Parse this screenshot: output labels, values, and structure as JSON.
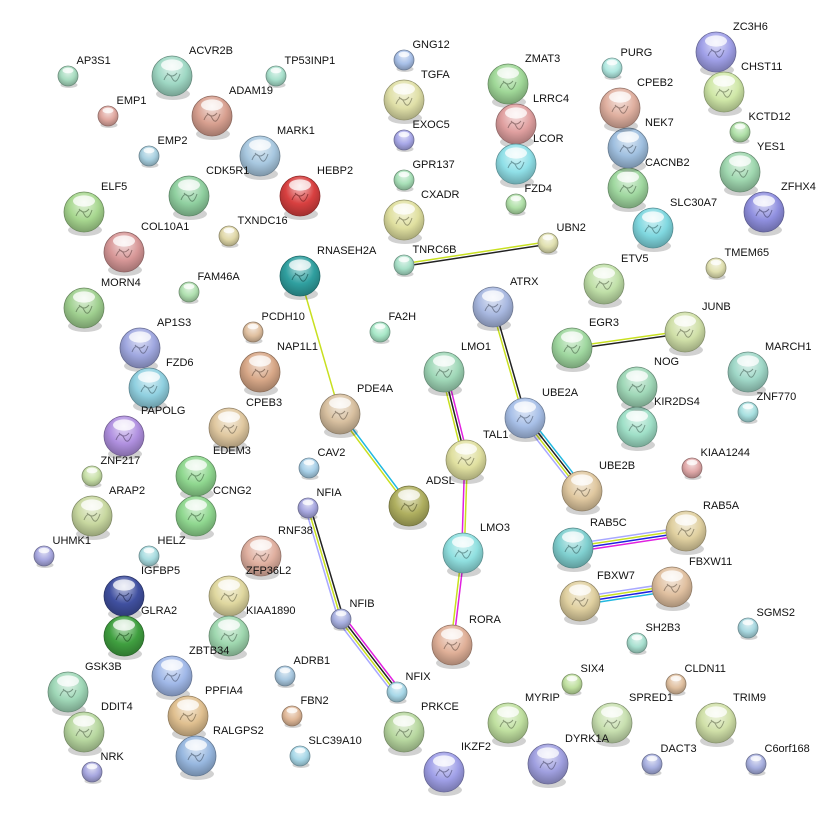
{
  "evidence_colors": {
    "textmining": "#c8e020",
    "coexpression": "#222222",
    "database": "#20b8e0",
    "experiments": "#a8a8ff",
    "neighborhood": "#2020e0",
    "cooccurrence": "#e020e0"
  },
  "nodes": [
    {
      "name": "AP3S1",
      "color": "#a8dcc0",
      "structure": false
    },
    {
      "name": "ACVR2B",
      "color": "#9fd8c4",
      "structure": true
    },
    {
      "name": "TP53INP1",
      "color": "#a8e0cc",
      "structure": false
    },
    {
      "name": "EMP1",
      "color": "#e0a8a0",
      "structure": false
    },
    {
      "name": "ADAM19",
      "color": "#d8a090",
      "structure": true
    },
    {
      "name": "EMP2",
      "color": "#a8d0e0",
      "structure": false
    },
    {
      "name": "MARK1",
      "color": "#a8c8e0",
      "structure": true
    },
    {
      "name": "CDK5R1",
      "color": "#90d0a0",
      "structure": true
    },
    {
      "name": "HEBP2",
      "color": "#d84040",
      "structure": true
    },
    {
      "name": "ELF5",
      "color": "#a8d890",
      "structure": true
    },
    {
      "name": "COL10A1",
      "color": "#d89898",
      "structure": true
    },
    {
      "name": "TXNDC16",
      "color": "#e0d8a8",
      "structure": false
    },
    {
      "name": "RNASEH2A",
      "color": "#30a0a0",
      "structure": true
    },
    {
      "name": "FAM46A",
      "color": "#b0e0b0",
      "structure": false
    },
    {
      "name": "MORN4",
      "color": "#a0d090",
      "structure": true
    },
    {
      "name": "PCDH10",
      "color": "#e0c0a0",
      "structure": false
    },
    {
      "name": "AP1S3",
      "color": "#a0a8e0",
      "structure": true
    },
    {
      "name": "NAP1L1",
      "color": "#d8a888",
      "structure": true
    },
    {
      "name": "FZD6",
      "color": "#90d0e0",
      "structure": true
    },
    {
      "name": "PDE4A",
      "color": "#d8c0a0",
      "structure": true
    },
    {
      "name": "PAPOLG",
      "color": "#b090e0",
      "structure": true
    },
    {
      "name": "CPEB3",
      "color": "#e0c8a0",
      "structure": true
    },
    {
      "name": "EDEM3",
      "color": "#90d890",
      "structure": true
    },
    {
      "name": "CAV2",
      "color": "#a8d0e8",
      "structure": false
    },
    {
      "name": "ZNF217",
      "color": "#c8e0a8",
      "structure": false
    },
    {
      "name": "ARAP2",
      "color": "#c8d8a0",
      "structure": true
    },
    {
      "name": "CCNG2",
      "color": "#90d890",
      "structure": true
    },
    {
      "name": "NFIA",
      "color": "#a8a8e0",
      "structure": false
    },
    {
      "name": "ADSL",
      "color": "#b0b060",
      "structure": true
    },
    {
      "name": "UHMK1",
      "color": "#a8a8e0",
      "structure": false
    },
    {
      "name": "HELZ",
      "color": "#a8dce0",
      "structure": false
    },
    {
      "name": "RNF38",
      "color": "#e0b0a0",
      "structure": true
    },
    {
      "name": "IGFBP5",
      "color": "#4050a0",
      "structure": true
    },
    {
      "name": "ZFP36L2",
      "color": "#e0d8a0",
      "structure": true
    },
    {
      "name": "GLRA2",
      "color": "#40a040",
      "structure": true
    },
    {
      "name": "KIAA1890",
      "color": "#a0d8b0",
      "structure": true
    },
    {
      "name": "NFIB",
      "color": "#a8b0e0",
      "structure": false
    },
    {
      "name": "ADRB1",
      "color": "#a8c8e0",
      "structure": false
    },
    {
      "name": "GSK3B",
      "color": "#a0d8b8",
      "structure": true
    },
    {
      "name": "ZBTB34",
      "color": "#a0b8e8",
      "structure": true
    },
    {
      "name": "NFIX",
      "color": "#a8d8e8",
      "structure": false
    },
    {
      "name": "PPFIA4",
      "color": "#e0c090",
      "structure": true
    },
    {
      "name": "FBN2",
      "color": "#e0b898",
      "structure": false
    },
    {
      "name": "DDIT4",
      "color": "#b8d8a0",
      "structure": true
    },
    {
      "name": "RALGPS2",
      "color": "#98b8e0",
      "structure": true
    },
    {
      "name": "SLC39A10",
      "color": "#a8d8e8",
      "structure": false
    },
    {
      "name": "NRK",
      "color": "#a8a8e0",
      "structure": false
    },
    {
      "name": "PRKCE",
      "color": "#b8d8a0",
      "structure": true
    },
    {
      "name": "LMO3",
      "color": "#90e0e0",
      "structure": true
    },
    {
      "name": "RORA",
      "color": "#e0b098",
      "structure": true
    },
    {
      "name": "TAL1",
      "color": "#e0e0a0",
      "structure": true
    },
    {
      "name": "LMO1",
      "color": "#a0d8b8",
      "structure": true
    },
    {
      "name": "UBE2A",
      "color": "#a8c0e8",
      "structure": true
    },
    {
      "name": "ATRX",
      "color": "#a8b8e0",
      "structure": true
    },
    {
      "name": "UBE2B",
      "color": "#e0c8a0",
      "structure": true
    },
    {
      "name": "RAB5C",
      "color": "#80d0d0",
      "structure": true
    },
    {
      "name": "RAB5A",
      "color": "#e0d0a0",
      "structure": true
    },
    {
      "name": "FBXW7",
      "color": "#e0d0a0",
      "structure": true
    },
    {
      "name": "FBXW11",
      "color": "#e0c0a0",
      "structure": true
    },
    {
      "name": "SH2B3",
      "color": "#a8e0d0",
      "structure": false
    },
    {
      "name": "SGMS2",
      "color": "#a8d8e0",
      "structure": false
    },
    {
      "name": "SIX4",
      "color": "#c0e0a0",
      "structure": false
    },
    {
      "name": "CLDN11",
      "color": "#e0c0a0",
      "structure": false
    },
    {
      "name": "MYRIP",
      "color": "#c0e0a0",
      "structure": true
    },
    {
      "name": "SPRED1",
      "color": "#c8e0b0",
      "structure": true
    },
    {
      "name": "TRIM9",
      "color": "#d0e0a8",
      "structure": true
    },
    {
      "name": "IKZF2",
      "color": "#a0a0e8",
      "structure": true
    },
    {
      "name": "DYRK1A",
      "color": "#a0a0e0",
      "structure": true
    },
    {
      "name": "DACT3",
      "color": "#a8b0e0",
      "structure": false
    },
    {
      "name": "C6orf168",
      "color": "#a8b0e0",
      "structure": false
    },
    {
      "name": "KIAA1244",
      "color": "#e0a8a8",
      "structure": false
    },
    {
      "name": "KIR2DS4",
      "color": "#a0e0c8",
      "structure": true
    },
    {
      "name": "NOG",
      "color": "#a0d8b8",
      "structure": true
    },
    {
      "name": "ZNF770",
      "color": "#a8e0e0",
      "structure": false
    },
    {
      "name": "MARCH1",
      "color": "#a0d8c8",
      "structure": true
    },
    {
      "name": "EGR3",
      "color": "#a0d8a0",
      "structure": true
    },
    {
      "name": "JUNB",
      "color": "#d0e0a8",
      "structure": true
    },
    {
      "name": "ETV5",
      "color": "#c0e0a8",
      "structure": true
    },
    {
      "name": "TMEM65",
      "color": "#e0e0b0",
      "structure": false
    },
    {
      "name": "UBN2",
      "color": "#e0e0b0",
      "structure": false
    },
    {
      "name": "SLC30A7",
      "color": "#80d8e0",
      "structure": true
    },
    {
      "name": "ZFHX4",
      "color": "#9090e0",
      "structure": true
    },
    {
      "name": "YES1",
      "color": "#a0d8b0",
      "structure": true
    },
    {
      "name": "KCTD12",
      "color": "#b0e0a8",
      "structure": false
    },
    {
      "name": "CACNB2",
      "color": "#a0d8a0",
      "structure": true
    },
    {
      "name": "NEK7",
      "color": "#a0c0e0",
      "structure": true
    },
    {
      "name": "CPEB2",
      "color": "#e0b0a0",
      "structure": true
    },
    {
      "name": "PURG",
      "color": "#b0e8e0",
      "structure": false
    },
    {
      "name": "ZC3H6",
      "color": "#a0a0e8",
      "structure": true
    },
    {
      "name": "CHST11",
      "color": "#d0e8a8",
      "structure": true
    },
    {
      "name": "ZMAT3",
      "color": "#a0d898",
      "structure": true
    },
    {
      "name": "LRRC4",
      "color": "#e0a0a0",
      "structure": true
    },
    {
      "name": "LCOR",
      "color": "#90e0e8",
      "structure": true
    },
    {
      "name": "FZD4",
      "color": "#b0e0a8",
      "structure": false
    },
    {
      "name": "GNG12",
      "color": "#a8c0e8",
      "structure": false
    },
    {
      "name": "TGFA",
      "color": "#e0e0a8",
      "structure": true
    },
    {
      "name": "EXOC5",
      "color": "#a8a8e8",
      "structure": false
    },
    {
      "name": "GPR137",
      "color": "#a8e0b8",
      "structure": false
    },
    {
      "name": "CXADR",
      "color": "#e0e0a0",
      "structure": true
    },
    {
      "name": "TNRC6B",
      "color": "#a8e0c8",
      "structure": false
    },
    {
      "name": "FA2H",
      "color": "#a8e8c8",
      "structure": false
    }
  ],
  "edges": [
    {
      "from": "TNRC6B",
      "to": "UBN2",
      "evidence": [
        "textmining",
        "coexpression"
      ]
    },
    {
      "from": "RNASEH2A",
      "to": "PDE4A",
      "evidence": [
        "textmining"
      ]
    },
    {
      "from": "PDE4A",
      "to": "ADSL",
      "evidence": [
        "database",
        "textmining"
      ]
    },
    {
      "from": "ATRX",
      "to": "UBE2A",
      "evidence": [
        "coexpression",
        "textmining"
      ]
    },
    {
      "from": "UBE2A",
      "to": "UBE2B",
      "evidence": [
        "database",
        "coexpression",
        "textmining",
        "experiments"
      ]
    },
    {
      "from": "EGR3",
      "to": "JUNB",
      "evidence": [
        "textmining",
        "coexpression"
      ]
    },
    {
      "from": "LMO1",
      "to": "TAL1",
      "evidence": [
        "cooccurrence",
        "coexpression",
        "textmining"
      ]
    },
    {
      "from": "TAL1",
      "to": "LMO3",
      "evidence": [
        "textmining",
        "cooccurrence"
      ]
    },
    {
      "from": "LMO3",
      "to": "RORA",
      "evidence": [
        "cooccurrence",
        "textmining"
      ]
    },
    {
      "from": "NFIA",
      "to": "NFIB",
      "evidence": [
        "coexpression",
        "textmining",
        "experiments"
      ]
    },
    {
      "from": "NFIB",
      "to": "NFIX",
      "evidence": [
        "cooccurrence",
        "coexpression",
        "textmining",
        "experiments"
      ]
    },
    {
      "from": "RAB5C",
      "to": "RAB5A",
      "evidence": [
        "experiments",
        "textmining",
        "neighborhood",
        "cooccurrence"
      ]
    },
    {
      "from": "FBXW7",
      "to": "FBXW11",
      "evidence": [
        "experiments",
        "textmining",
        "neighborhood",
        "database"
      ]
    }
  ]
}
